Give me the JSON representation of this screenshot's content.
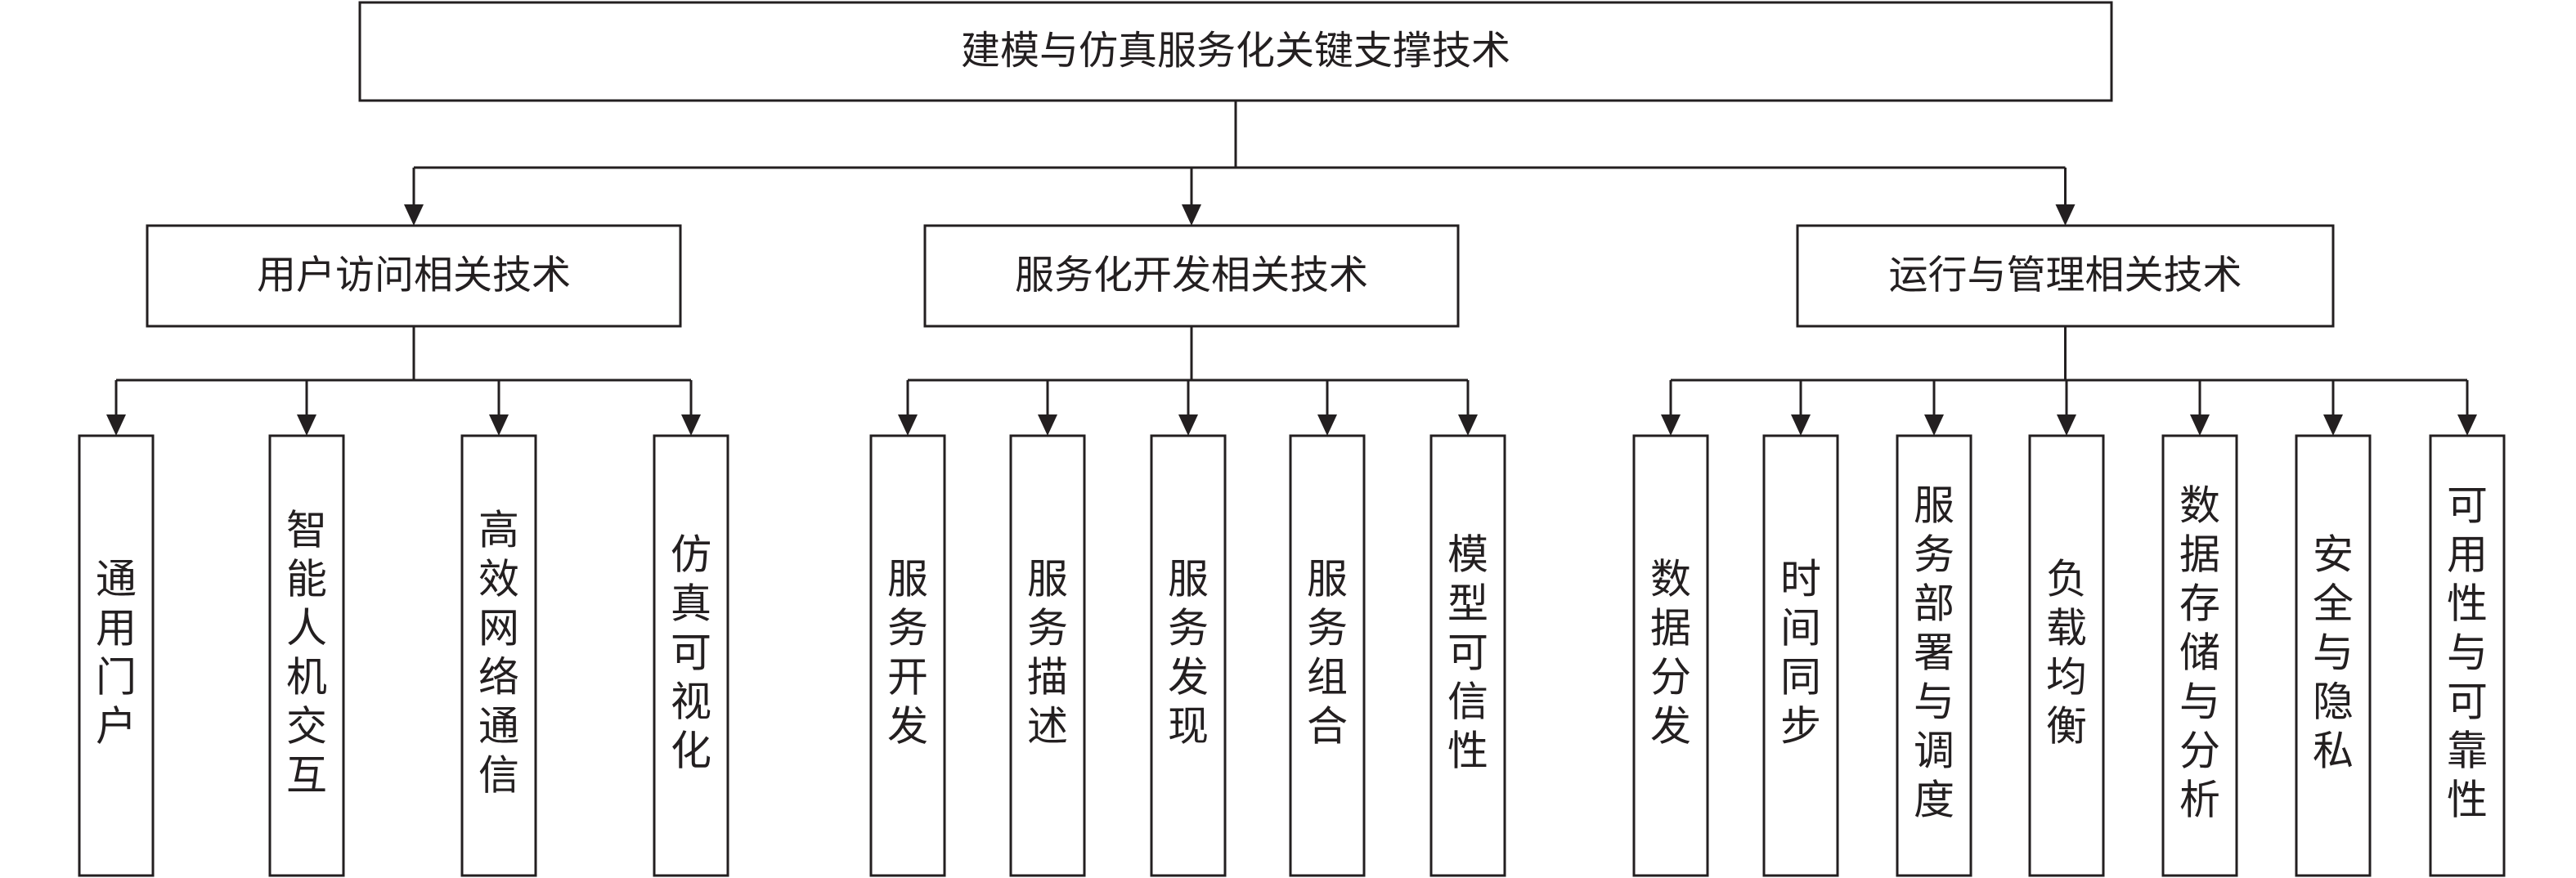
{
  "root": {
    "label": "建模与仿真服务化关键支撑技术"
  },
  "categories": [
    {
      "label": "用户访问相关技术",
      "items": [
        "通用门户",
        "智能人机交互",
        "高效网络通信",
        "仿真可视化"
      ]
    },
    {
      "label": "服务化开发相关技术",
      "items": [
        "服务开发",
        "服务描述",
        "服务发现",
        "服务组合",
        "模型可信性"
      ]
    },
    {
      "label": "运行与管理相关技术",
      "items": [
        "数据分发",
        "时间同步",
        "服务部署与调度",
        "负载均衡",
        "数据存储与分析",
        "安全与隐私",
        "可用性与可靠性"
      ]
    }
  ]
}
